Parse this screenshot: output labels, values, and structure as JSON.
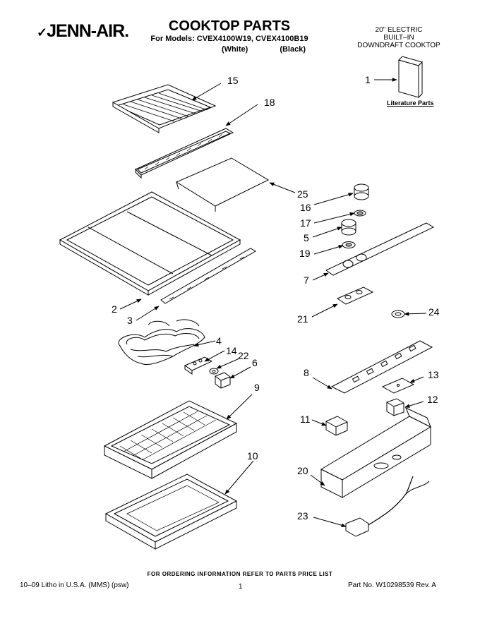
{
  "header": {
    "logo_text": "JENN-AIR.",
    "title": "COOKTOP PARTS",
    "models_line": "For Models: CVEX4100W19, CVEX4100B19",
    "variant_white": "(White)",
    "variant_black": "(Black)",
    "description_lines": [
      "20\" ELECTRIC",
      "BUILT–IN",
      "DOWNDRAFT COOKTOP"
    ]
  },
  "literature_label": "Literature Parts",
  "callouts": {
    "c1": "1",
    "c2": "2",
    "c3": "3",
    "c4": "4",
    "c5": "5",
    "c6": "6",
    "c7": "7",
    "c8": "8",
    "c9": "9",
    "c10": "10",
    "c11": "11",
    "c12": "12",
    "c13": "13",
    "c14": "14",
    "c15": "15",
    "c16": "16",
    "c17": "17",
    "c18": "18",
    "c19": "19",
    "c20": "20",
    "c21": "21",
    "c22": "22",
    "c23": "23",
    "c24": "24",
    "c25": "25"
  },
  "footer": {
    "ordering_info": "FOR ORDERING INFORMATION REFER TO PARTS PRICE LIST",
    "litho": "10–09 Litho in U.S.A. (MMS) (psw)",
    "page_number": "1",
    "part_number": "Part No. W10298539 Rev. A"
  }
}
